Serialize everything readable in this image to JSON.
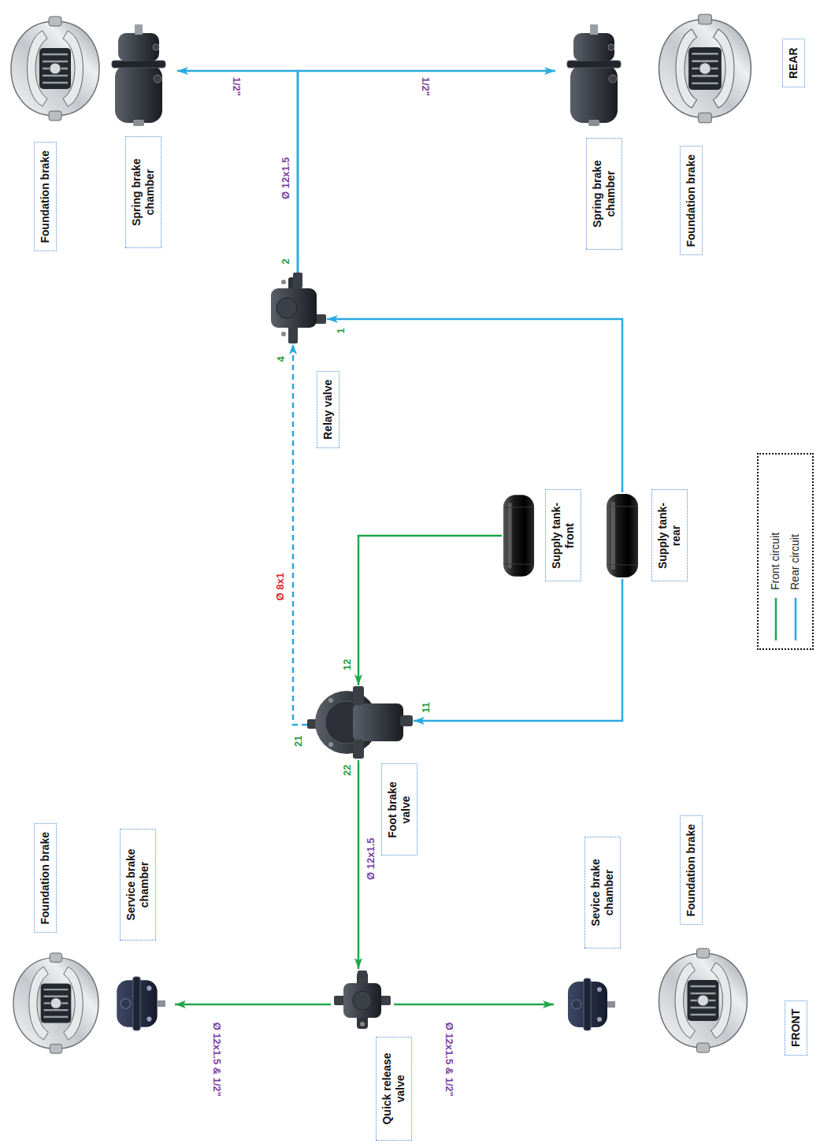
{
  "diagram": {
    "nodes": [
      {
        "text": [
          "Foundation brake"
        ]
      },
      {
        "text": [
          "Service brake chamber"
        ]
      },
      {
        "text": [
          "Quick release valve"
        ]
      },
      {
        "text": [
          "Sevice brake chamber"
        ]
      },
      {
        "text": [
          "Foundation brake"
        ]
      },
      {
        "text": [
          "FRONT"
        ]
      },
      {
        "text": [
          "Foot brake valve"
        ]
      },
      {
        "text": [
          "Supply tank-front"
        ]
      },
      {
        "text": [
          "Supply tank-rear"
        ]
      },
      {
        "text": [
          "Relay valve"
        ]
      },
      {
        "text": [
          "Foundation brake"
        ]
      },
      {
        "text": [
          "Spring brake chamber"
        ]
      },
      {
        "text": [
          "Spring brake chamber"
        ]
      },
      {
        "text": [
          "Foundation brake"
        ]
      },
      {
        "text": [
          "REAR"
        ]
      }
    ],
    "edges": [
      {
        "from": 6,
        "to": 2,
        "arrow": "to",
        "label": "Ø 12x1.5"
      },
      {
        "from": 2,
        "to": 1,
        "arrow": "to",
        "label": "Ø 12x1.5 & 1/2\""
      },
      {
        "from": 2,
        "to": 3,
        "arrow": "to",
        "label": "Ø 12x1.5 & 1/2\""
      },
      {
        "from": 7,
        "to": 6,
        "arrow": "to"
      },
      {
        "from": 8,
        "to": 6,
        "arrow": "to"
      },
      {
        "from": 8,
        "to": 9,
        "arrow": "to"
      },
      {
        "from": 6,
        "to": 9,
        "arrow": "to",
        "label": "Ø 8x1"
      },
      {
        "from": 9,
        "to": 11,
        "arrow": "to",
        "label": "1/2\""
      },
      {
        "from": 9,
        "to": 12,
        "arrow": "to",
        "label": "1/2\""
      }
    ],
    "labels": [
      "Ø 12x1.5",
      "12",
      "11",
      "21",
      "22",
      "4",
      "2",
      "1"
    ],
    "legend": [
      {
        "text": "Front circuit"
      },
      {
        "text": "Rear circuit"
      }
    ]
  }
}
